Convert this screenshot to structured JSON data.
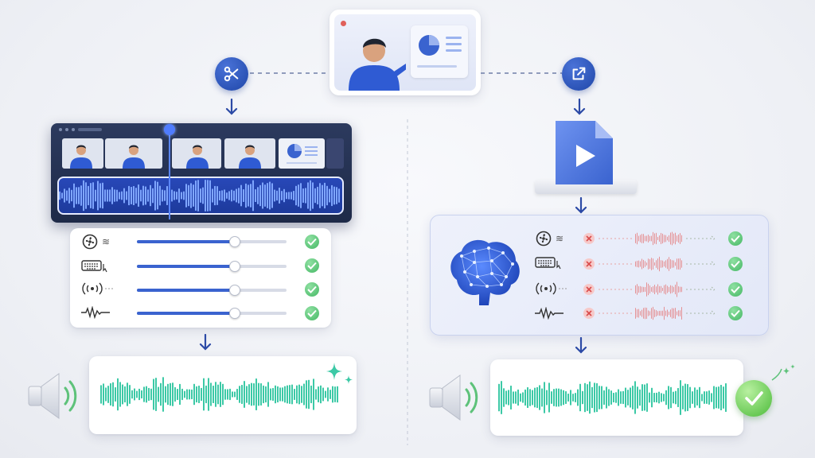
{
  "diagram": {
    "left_flow": {
      "start_icon": "scissors-icon",
      "timeline_icon": "video-timeline",
      "noise_controls": [
        {
          "icon": "fan-icon",
          "level": 0.6,
          "status": "check-icon"
        },
        {
          "icon": "keyboard-icon",
          "level": 0.6,
          "status": "check-icon"
        },
        {
          "icon": "broadcast-icon",
          "level": 0.6,
          "status": "check-icon"
        },
        {
          "icon": "waveform-icon",
          "level": 0.6,
          "status": "check-icon"
        }
      ],
      "output_icon": "speaker-icon",
      "output_badge": "sparkle-icon"
    },
    "center": {
      "icon": "presenter-slide-icon"
    },
    "right_flow": {
      "start_icon": "share-icon",
      "file_icon": "video-file-icon",
      "ai_icon": "brain-network-icon",
      "noise_rows": [
        {
          "icon": "fan-icon",
          "removed": "x-icon",
          "status": "check-icon"
        },
        {
          "icon": "keyboard-icon",
          "removed": "x-icon",
          "status": "check-icon"
        },
        {
          "icon": "broadcast-icon",
          "removed": "x-icon",
          "status": "check-icon"
        },
        {
          "icon": "waveform-icon",
          "removed": "x-icon",
          "status": "check-icon"
        }
      ],
      "output_icon": "speaker-icon",
      "output_badge": "check-badge-icon"
    },
    "colors": {
      "accent": "#2c55c0",
      "wave": "#3cc9a6",
      "ok": "#4cbb6a",
      "noise": "#e57373"
    }
  }
}
